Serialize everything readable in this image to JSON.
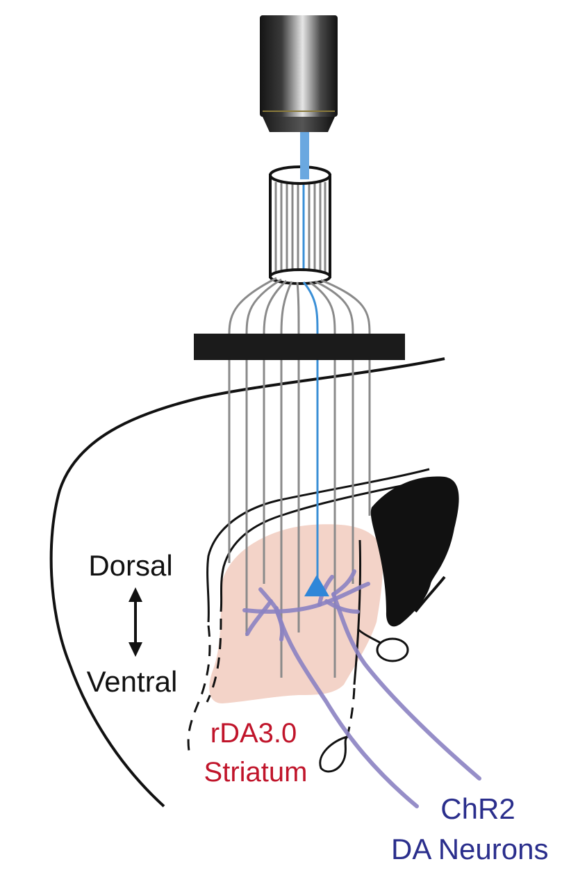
{
  "labels": {
    "dorsal": "Dorsal",
    "ventral": "Ventral",
    "sensor_line1": "rDA3.0",
    "sensor_line2": "Striatum",
    "opsin_line1": "ChR2",
    "opsin_line2": "DA Neurons"
  },
  "colors": {
    "sensor_label": "#c0142a",
    "opsin_label": "#2a2e8c",
    "striatum_fill": "#f3d3c8",
    "opsin_fiber": "#8b82c2",
    "light": "#3a8fd6",
    "fiber": "#8a8a8a",
    "outline": "#111111"
  },
  "icons": {
    "objective": "microscope-objective-icon",
    "fiber_bundle": "fiber-bundle-icon",
    "stimulation": "light-stimulation-triangle-icon",
    "axis": "dorsal-ventral-arrow-icon"
  }
}
